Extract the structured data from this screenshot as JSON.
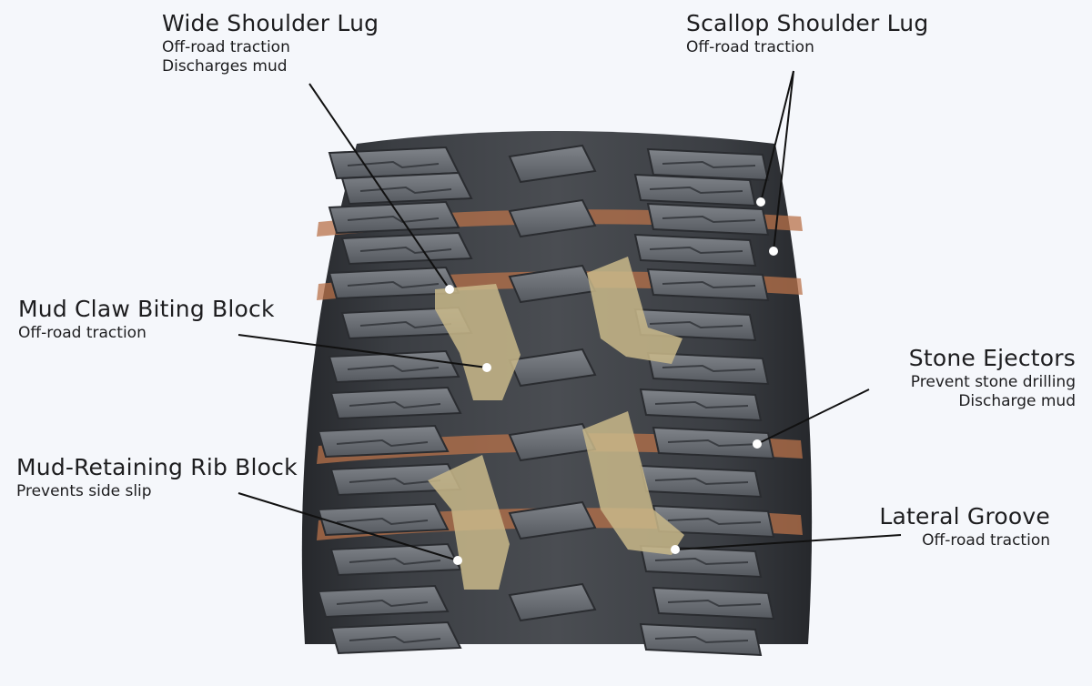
{
  "callouts": {
    "wide_shoulder_lug": {
      "title": "Wide Shoulder Lug",
      "desc": [
        "Off-road traction",
        "Discharges mud"
      ]
    },
    "scallop_shoulder_lug": {
      "title": "Scallop Shoulder Lug",
      "desc": [
        "Off-road traction"
      ]
    },
    "mud_claw_biting_block": {
      "title": "Mud Claw Biting Block",
      "desc": [
        "Off-road traction"
      ]
    },
    "stone_ejectors": {
      "title": "Stone Ejectors",
      "desc": [
        "Prevent stone drilling",
        "Discharge mud"
      ]
    },
    "mud_retaining_rib_block": {
      "title": "Mud-Retaining Rib Block",
      "desc": [
        "Prevents side slip"
      ]
    },
    "lateral_groove": {
      "title": "Lateral Groove",
      "desc": [
        "Off-road traction"
      ]
    }
  },
  "colors": {
    "background": "#f5f7fb",
    "tread_dark": "#3a3d42",
    "tread_block": "#5f6369",
    "groove_copper": "#b8724a",
    "highlight_block": "#c9b98a",
    "leader_line": "#111111",
    "marker_dot": "#ffffff"
  }
}
